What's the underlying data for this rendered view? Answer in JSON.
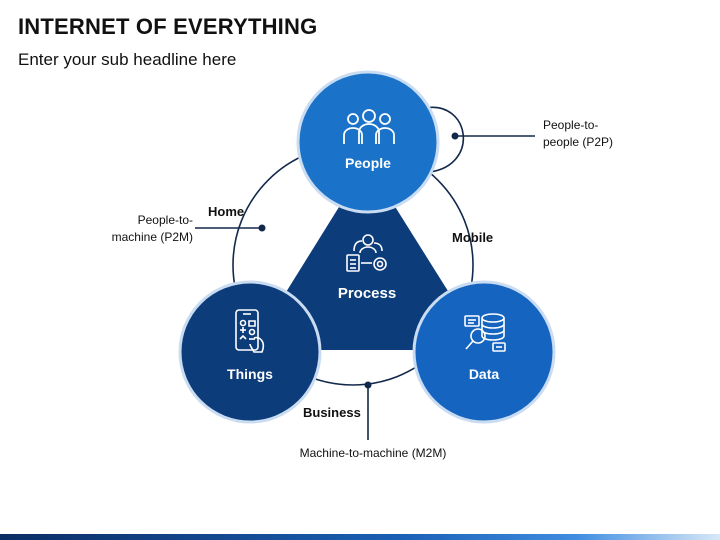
{
  "header": {
    "title": "INTERNET OF EVERYTHING",
    "subtitle": "Enter your sub headline here"
  },
  "nodes": {
    "people": "People",
    "things": "Things",
    "data": "Data",
    "process": "Process"
  },
  "edges": {
    "home": "Home",
    "mobile": "Mobile",
    "business": "Business"
  },
  "connections": {
    "p2p": "People-to-people (P2P)",
    "p2m": "People-to-machine (P2M)",
    "m2m": "Machine-to-machine (M2M)"
  },
  "icons": {
    "people": "people-group-icon",
    "process": "process-gear-icon",
    "things": "smartphone-iot-icon",
    "data": "database-search-icon"
  },
  "colors": {
    "people_circle": "#1a73c9",
    "things_circle": "#0d3c7a",
    "data_circle": "#1565c0",
    "process_triangle": "#0d3c7a",
    "line": "#13294b"
  }
}
